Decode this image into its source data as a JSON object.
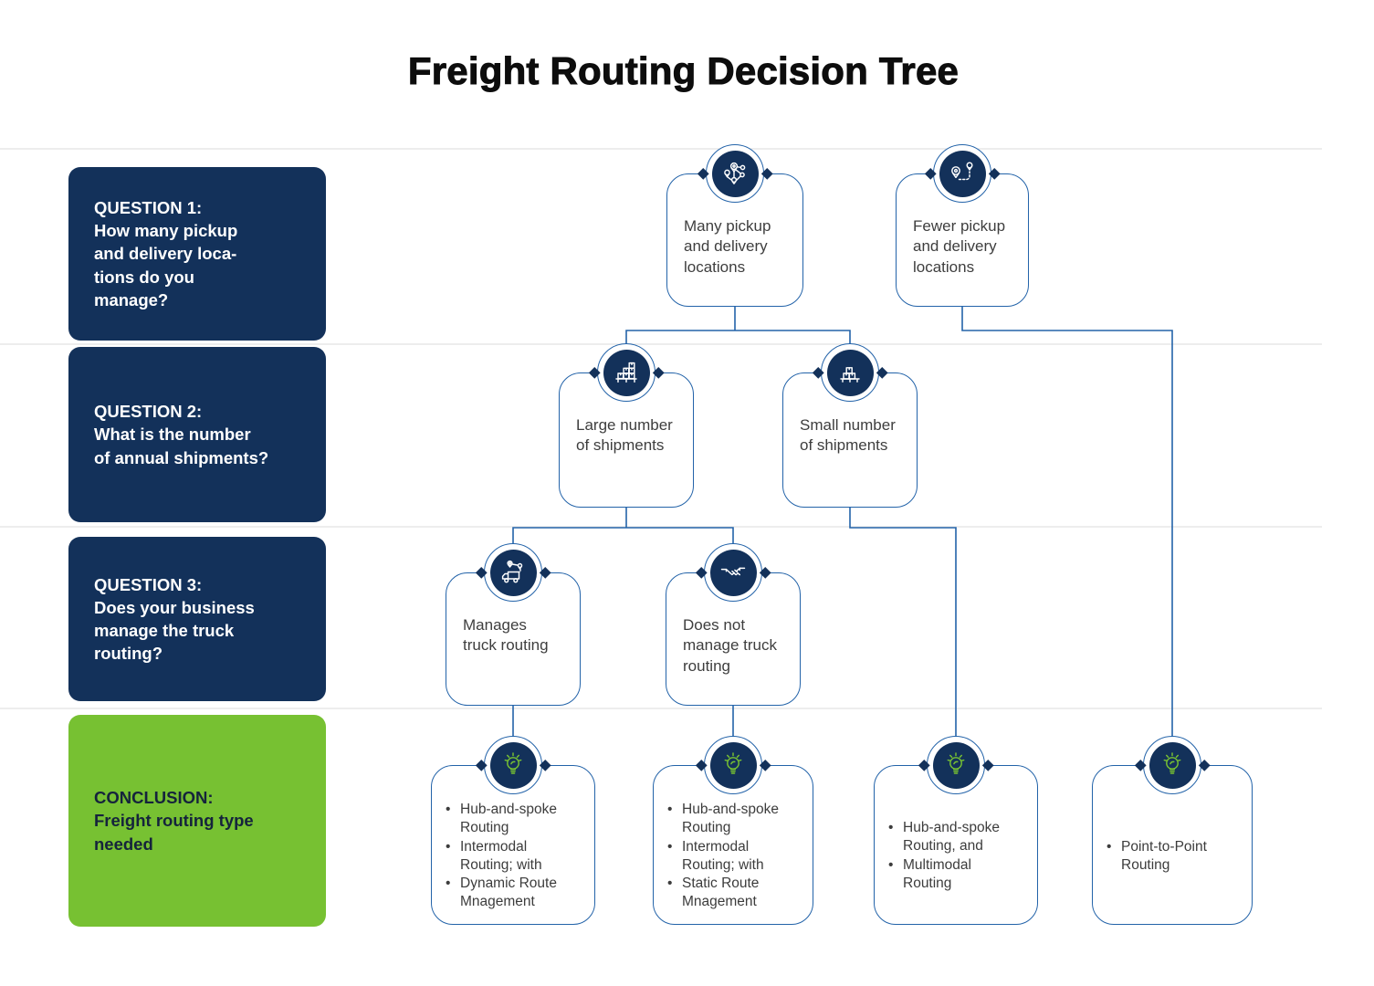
{
  "title": "Freight Routing Decision Tree",
  "colors": {
    "navy": "#13315A",
    "green": "#77C132",
    "line_blue": "#2363A9",
    "node_text": "#3E3E3E",
    "conclusion_text": "#15233C",
    "separator": "#EDEDED",
    "background": "#FFFFFF",
    "title_text": "#0D0D0D"
  },
  "questions": [
    {
      "heading": "QUESTION 1:",
      "body": "How many pickup\nand delivery loca-\ntions do you\nmanage?"
    },
    {
      "heading": "QUESTION 2:",
      "body": "What is the number\nof annual shipments?"
    },
    {
      "heading": "QUESTION 3:",
      "body": "Does your business\nmanage the truck\nrouting?"
    },
    {
      "heading": "CONCLUSION:",
      "body": "Freight routing type\nneeded"
    }
  ],
  "tree": {
    "nodes": [
      {
        "id": "many-pickup",
        "label": "Many pickup\nand delivery\nlocations",
        "icon": "map-pins-network-icon"
      },
      {
        "id": "fewer-pickup",
        "label": "Fewer pickup\nand delivery\nlocations",
        "icon": "pins-route-icon"
      },
      {
        "id": "large-shipments",
        "label": "Large number\nof shipments",
        "icon": "pallet-many-boxes-icon"
      },
      {
        "id": "small-shipments",
        "label": "Small number\nof shipments",
        "icon": "pallet-few-boxes-icon"
      },
      {
        "id": "manages-routing",
        "label": "Manages\ntruck routing",
        "icon": "truck-route-icon"
      },
      {
        "id": "not-manage-routing",
        "label": "Does not\nmanage truck\nrouting",
        "icon": "handshake-icon"
      }
    ],
    "conclusions": [
      {
        "id": "conclusion-dynamic",
        "icon": "lightbulb-icon",
        "bullets": [
          "Hub-and-spoke\nRouting",
          "Intermodal\nRouting; with",
          "Dynamic Route\nMnagement"
        ]
      },
      {
        "id": "conclusion-static",
        "icon": "lightbulb-icon",
        "bullets": [
          "Hub-and-spoke\nRouting",
          "Intermodal\nRouting; with",
          "Static Route\nMnagement"
        ]
      },
      {
        "id": "conclusion-multimodal",
        "icon": "lightbulb-icon",
        "bullets": [
          "Hub-and-spoke\nRouting, and",
          "Multimodal\nRouting"
        ]
      },
      {
        "id": "conclusion-point-to-point",
        "icon": "lightbulb-icon",
        "bullets": [
          "Point-to-Point\nRouting"
        ]
      }
    ]
  }
}
